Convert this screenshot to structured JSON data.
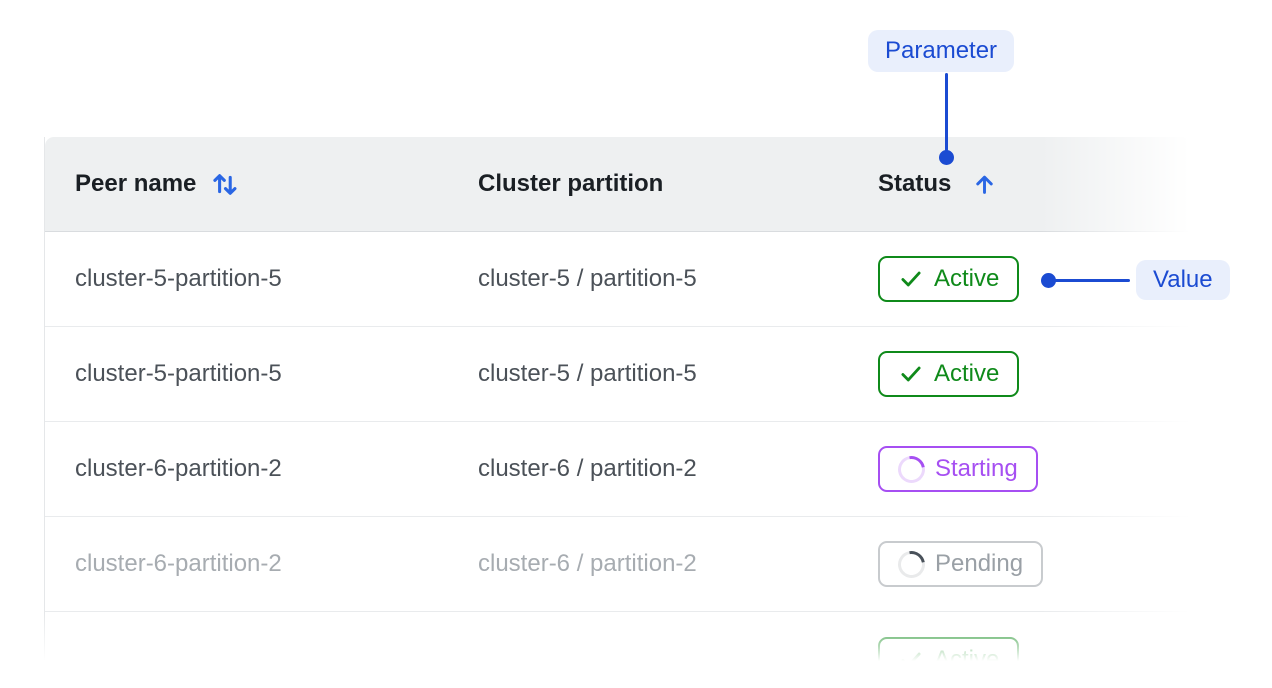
{
  "annotations": {
    "parameter_label": "Parameter",
    "value_label": "Value",
    "accent_blue": "#1b4bd2",
    "pill_bg": "#e9effc"
  },
  "table": {
    "columns": [
      {
        "label": "Peer name",
        "sort_icon": "sort-updown"
      },
      {
        "label": "Cluster partition",
        "sort_icon": null
      },
      {
        "label": "Status",
        "sort_icon": "sort-ascending"
      }
    ],
    "rows": [
      {
        "peer": "cluster-5-partition-5",
        "partition": "cluster-5 / partition-5",
        "status": "Active",
        "status_kind": "active",
        "muted": false,
        "faded": false
      },
      {
        "peer": "cluster-5-partition-5",
        "partition": "cluster-5 / partition-5",
        "status": "Active",
        "status_kind": "active",
        "muted": false,
        "faded": false
      },
      {
        "peer": "cluster-6-partition-2",
        "partition": "cluster-6 / partition-2",
        "status": "Starting",
        "status_kind": "starting",
        "muted": false,
        "faded": false
      },
      {
        "peer": "cluster-6-partition-2",
        "partition": "cluster-6 / partition-2",
        "status": "Pending",
        "status_kind": "pending",
        "muted": true,
        "faded": false
      },
      {
        "peer": "",
        "partition": "",
        "status": "Active",
        "status_kind": "active",
        "muted": false,
        "faded": true
      }
    ],
    "status_colors": {
      "active": "#0f8a1a",
      "starting": "#a64ff2",
      "pending": "#9aa0a6"
    }
  }
}
